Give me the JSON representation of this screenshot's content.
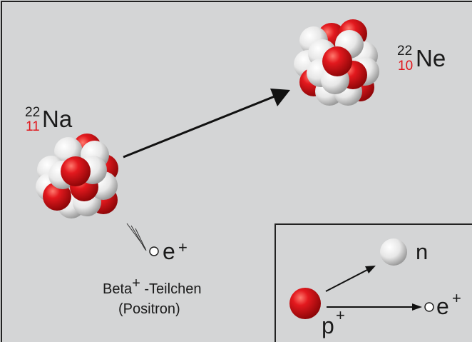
{
  "colors": {
    "background": "#d4d5d6",
    "proton": "#e0161c",
    "neutron": "#eeeeee",
    "atomic_number": "#e0161c",
    "line": "#111111"
  },
  "parent": {
    "mass": "22",
    "z": "11",
    "symbol": "Na"
  },
  "daughter": {
    "mass": "22",
    "z": "10",
    "symbol": "Ne"
  },
  "emitted": {
    "symbol": "e",
    "charge": "+"
  },
  "caption": {
    "line1_main": "Beta",
    "line1_sup": "+",
    "line1_rest": " -Teilchen",
    "line2": "(Positron)"
  },
  "inset": {
    "proton_symbol": "p",
    "proton_charge": "+",
    "neutron_symbol": "n",
    "positron_symbol": "e",
    "positron_charge": "+"
  }
}
